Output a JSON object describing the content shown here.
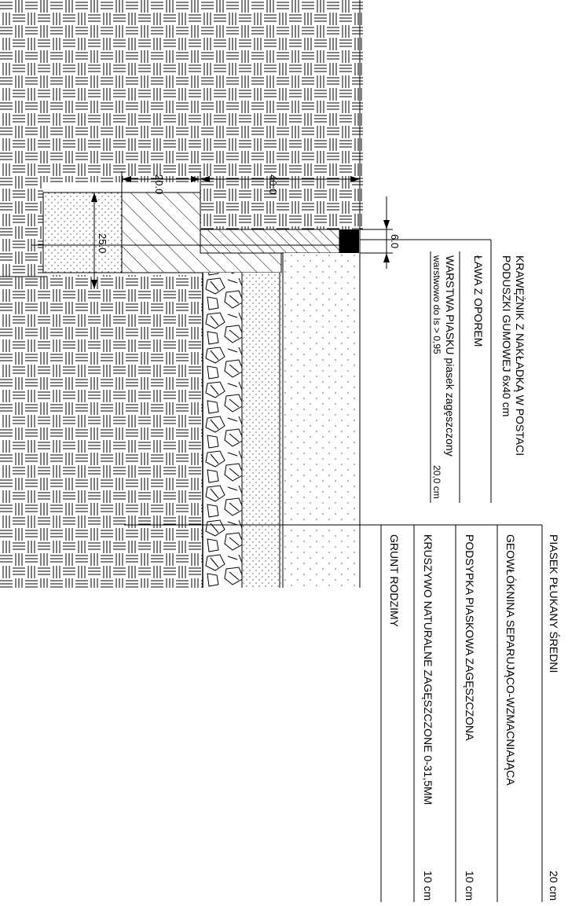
{
  "dimensions": {
    "width_20": "20.0",
    "width_40": "40.0",
    "height_25": "25.0",
    "height_6": "6.0"
  },
  "curb_labels": {
    "curb_line1": "KRAWĘŻNIK Z NAKŁADKĄ W POSTACI",
    "curb_line2": "PODUSZKI GUMOWEJ  6x40 cm",
    "bench": "ŁAWA Z OPOREM",
    "sand_line1": "WARSTWA PIASKU piasek zagęszczony",
    "sand_line2": "warstwowo do Is > 0,95",
    "sand_thickness": "20,0 cm"
  },
  "layers": [
    {
      "name": "PIASEK PŁUKANY ŚREDNI",
      "thickness": "20 cm"
    },
    {
      "name": "GEOWŁÓKNINA SEPARUJĄCO-WZMACNIAJĄCA",
      "thickness": ""
    },
    {
      "name": "PODSYPKA PIASKOWA ZAGĘSZCZONA",
      "thickness": "10 cm"
    },
    {
      "name": "KRUSZYWO NATURALNE ZAGĘSZCZONE 0-31,5MM",
      "thickness": "10 cm"
    },
    {
      "name": "GRUNT RODZIMY",
      "thickness": ""
    }
  ],
  "colors": {
    "line": "#000000",
    "background": "#ffffff"
  }
}
